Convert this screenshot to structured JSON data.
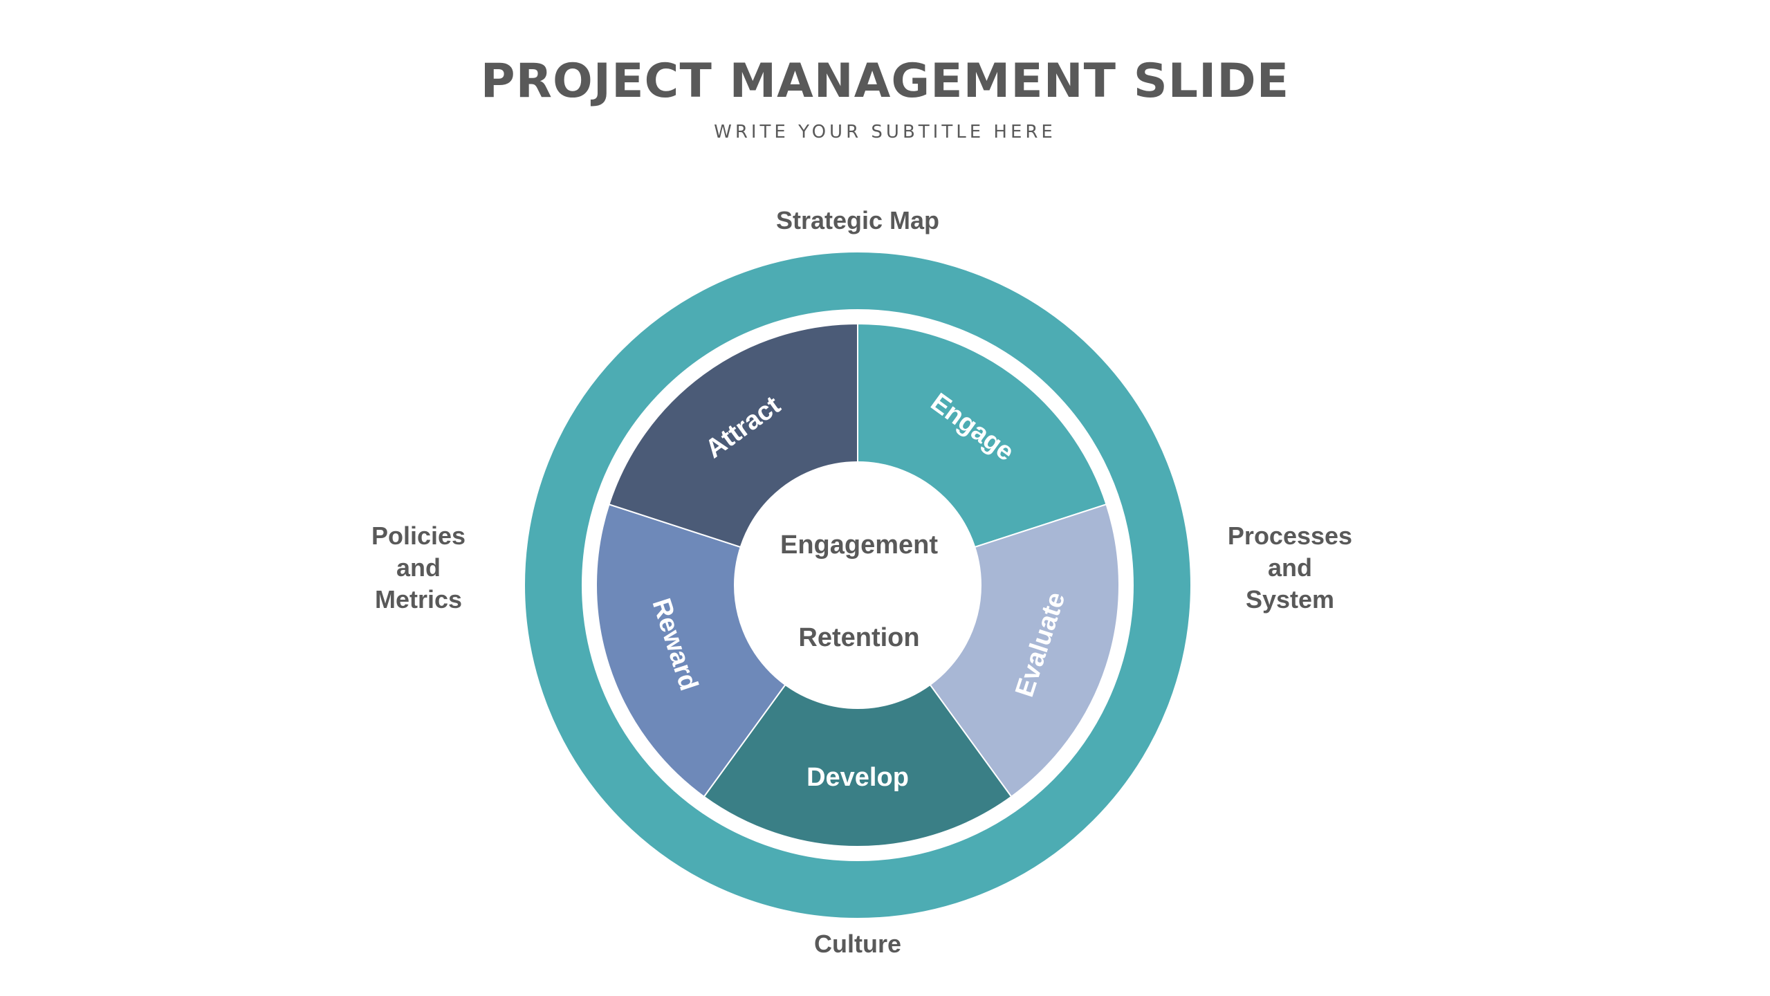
{
  "slide": {
    "title": "PROJECT MANAGEMENT SLIDE",
    "subtitle": "WRITE YOUR SUBTITLE HERE"
  },
  "outer_labels": {
    "top": "Strategic Map",
    "bottom": "Culture",
    "left": [
      "Policies",
      "and",
      "Metrics"
    ],
    "right": [
      "Processes",
      "and",
      "System"
    ]
  },
  "center": {
    "line1": "Engagement",
    "line2": "Retention"
  },
  "segments": [
    {
      "label": "Engage",
      "color": "#4dacb3"
    },
    {
      "label": "Evaluate",
      "color": "#a8b7d5"
    },
    {
      "label": "Develop",
      "color": "#3a7f86"
    },
    {
      "label": "Reward",
      "color": "#6e89b9"
    },
    {
      "label": "Attract",
      "color": "#4b5b77"
    }
  ],
  "colors": {
    "outer_ring": "#4dacb3",
    "text_gray": "#595959",
    "background": "#ffffff"
  }
}
